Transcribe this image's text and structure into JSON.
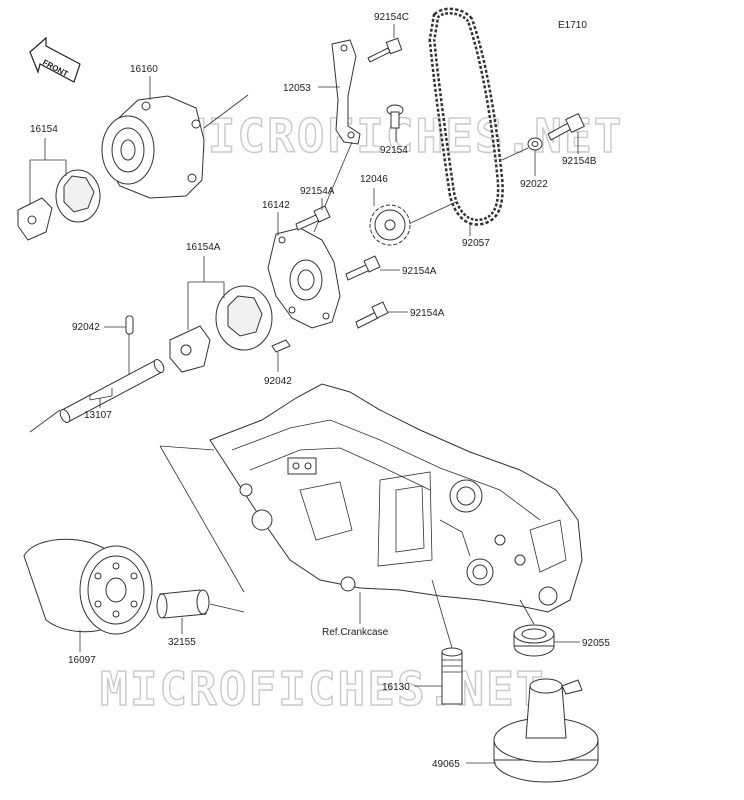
{
  "diagram": {
    "code": "E1710",
    "front_label": "FRONT",
    "ref_label": "Ref.Crankcase",
    "watermark_text": "MICROFICHES.NET",
    "parts": [
      {
        "id": "p16160",
        "label": "16160"
      },
      {
        "id": "p16154",
        "label": "16154"
      },
      {
        "id": "p12053",
        "label": "12053"
      },
      {
        "id": "p92154C",
        "label": "92154C"
      },
      {
        "id": "p92154",
        "label": "92154"
      },
      {
        "id": "p12046",
        "label": "12046"
      },
      {
        "id": "p16142",
        "label": "16142"
      },
      {
        "id": "p92154A_1",
        "label": "92154A"
      },
      {
        "id": "p92154A_2",
        "label": "92154A"
      },
      {
        "id": "p92154A_3",
        "label": "92154A"
      },
      {
        "id": "p16154A",
        "label": "16154A"
      },
      {
        "id": "p92042_1",
        "label": "92042"
      },
      {
        "id": "p92042_2",
        "label": "92042"
      },
      {
        "id": "p13107",
        "label": "13107"
      },
      {
        "id": "p92057",
        "label": "92057"
      },
      {
        "id": "p92022",
        "label": "92022"
      },
      {
        "id": "p92154B",
        "label": "92154B"
      },
      {
        "id": "p16097",
        "label": "16097"
      },
      {
        "id": "p32155",
        "label": "32155"
      },
      {
        "id": "p92055",
        "label": "92055"
      },
      {
        "id": "p16130",
        "label": "16130"
      },
      {
        "id": "p49065",
        "label": "49065"
      }
    ]
  }
}
